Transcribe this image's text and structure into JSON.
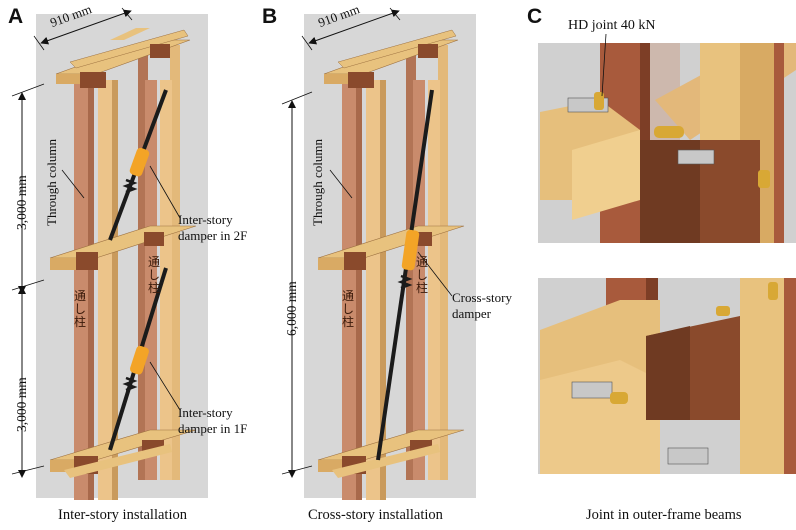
{
  "panels": [
    {
      "letter": "A",
      "caption": "Inter-story installation",
      "dims": {
        "top": "910 mm",
        "upper": "3,000 mm",
        "lower": "3,000 mm"
      },
      "labels": {
        "column": "Through column",
        "damper_2f": "Inter-story\ndamper in 2F",
        "damper_1f": "Inter-story\ndamper in 1F"
      },
      "kanji": [
        "通し柱",
        "通し柱"
      ]
    },
    {
      "letter": "B",
      "caption": "Cross-story installation",
      "dims": {
        "top": "910 mm",
        "height": "6,000 mm"
      },
      "labels": {
        "column": "Through column",
        "damper": "Cross-story\ndamper"
      },
      "kanji": [
        "通し柱",
        "通し柱"
      ]
    },
    {
      "letter": "C",
      "caption": "Joint in outer-frame beams",
      "labels": {
        "hd_joint": "HD joint 40 kN"
      }
    }
  ],
  "colors": {
    "panel_bg": "#d7d7d7",
    "column_wood": "#c98b6c",
    "light_wood": "#e8c27e",
    "dark_wood": "#8a4a2c",
    "damper_orange": "#f3a427",
    "brace_black": "#1b1b1b"
  }
}
